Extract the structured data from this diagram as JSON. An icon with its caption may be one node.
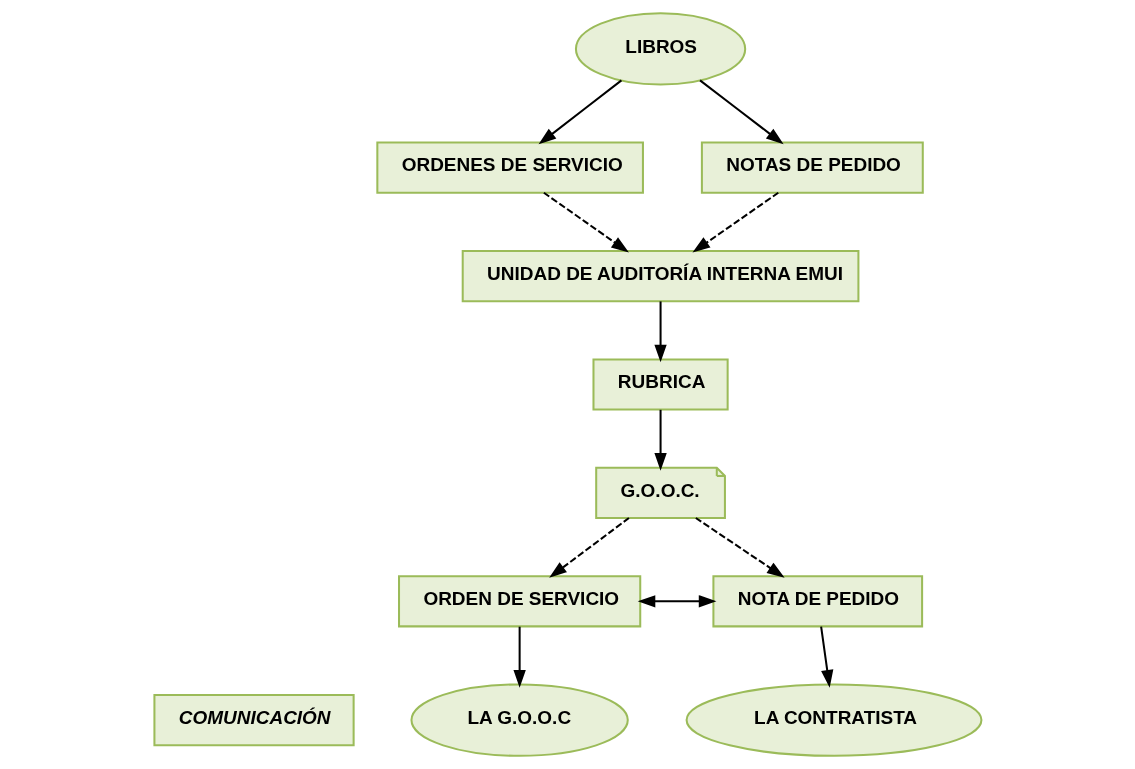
{
  "diagram": {
    "nodes": [
      {
        "text": [
          "LIBROS"
        ]
      },
      {
        "text": [
          "ORDENES DE SERVICIO"
        ]
      },
      {
        "text": [
          "NOTAS DE PEDIDO"
        ]
      },
      {
        "text": [
          "UNIDAD DE AUDITORÍA INTERNA EMUI"
        ]
      },
      {
        "text": [
          "RUBRICA"
        ]
      },
      {
        "text": [
          "G.O.O.C."
        ]
      },
      {
        "text": [
          "ORDEN DE SERVICIO"
        ]
      },
      {
        "text": [
          "NOTA DE PEDIDO"
        ]
      },
      {
        "text": [
          "COMUNICACIÓN"
        ]
      },
      {
        "text": [
          "LA G.O.O.C"
        ]
      },
      {
        "text": [
          "LA CONTRATISTA"
        ]
      }
    ],
    "edges": [
      {
        "from": 0,
        "to": 1,
        "arrow": "to"
      },
      {
        "from": 0,
        "to": 2,
        "arrow": "to"
      },
      {
        "from": 1,
        "to": 3,
        "arrow": "to",
        "style": "dashed"
      },
      {
        "from": 2,
        "to": 3,
        "arrow": "to",
        "style": "dashed"
      },
      {
        "from": 3,
        "to": 4,
        "arrow": "to"
      },
      {
        "from": 4,
        "to": 5,
        "arrow": "to"
      },
      {
        "from": 5,
        "to": 6,
        "arrow": "to",
        "style": "dashed"
      },
      {
        "from": 5,
        "to": 7,
        "arrow": "to",
        "style": "dashed"
      },
      {
        "from": 6,
        "to": 9,
        "arrow": "to"
      },
      {
        "from": 7,
        "to": 10,
        "arrow": "to"
      },
      {
        "from": 6,
        "to": 7,
        "arrow": "both"
      }
    ]
  }
}
